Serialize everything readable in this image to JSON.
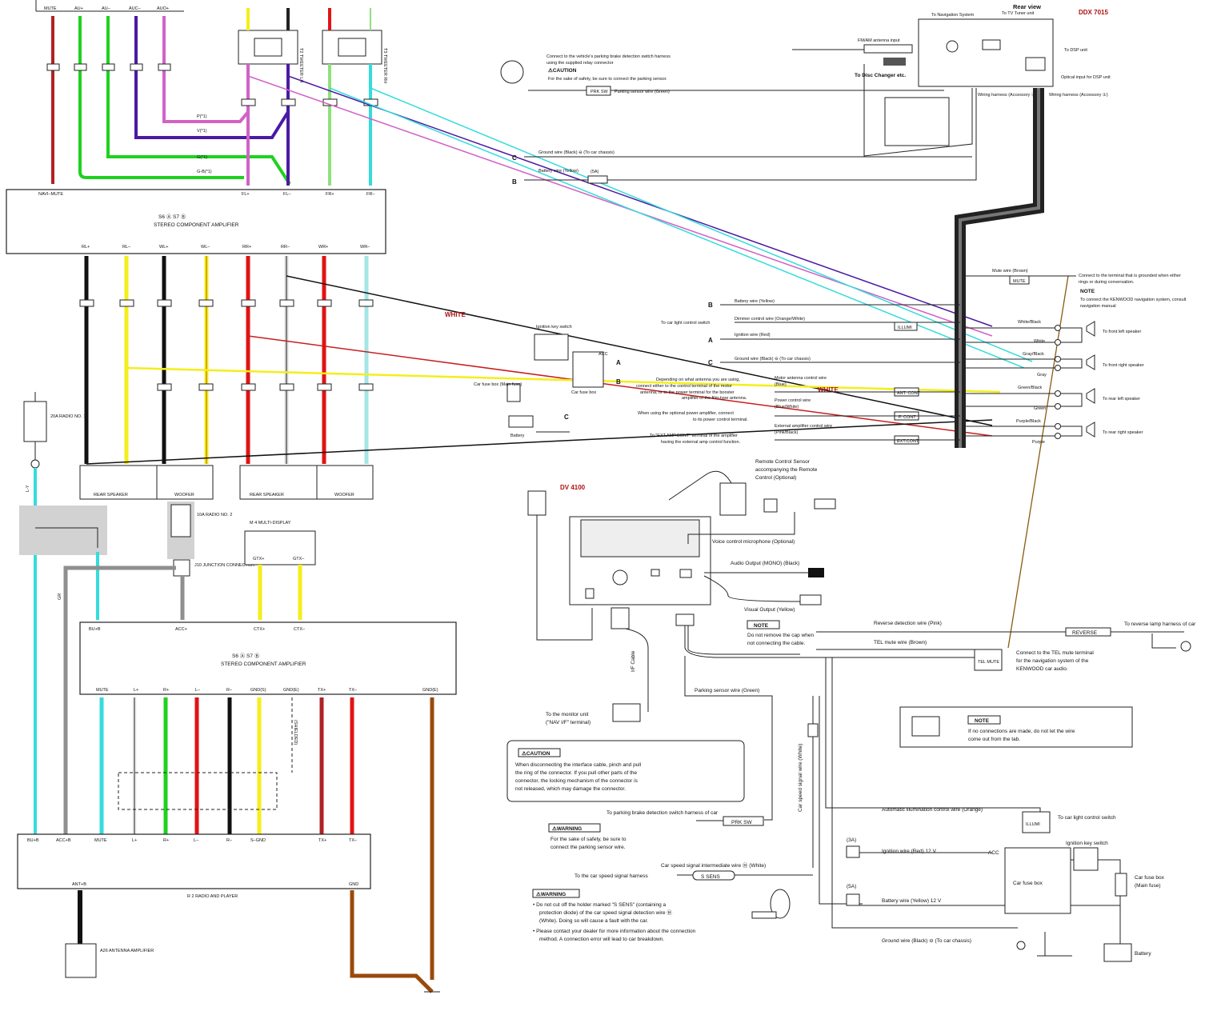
{
  "ddx": {
    "model": "DDX 7015",
    "rear_view": "Rear view",
    "to_nav_system": "To Navigation System",
    "to_tv_tuner": "To TV Tuner unit",
    "to_dsp": "To DSP unit",
    "optical_dsp": "Optical input for DSP unit",
    "fm_am": "FM/AM antenna input",
    "disc_changer": "To Disc Changer etc.",
    "harness_a": "Wiring harness (Accessory Ⓐ)",
    "harness_b": "Wiring harness (Accessory ①)",
    "parking_text1": "Connect to the vehicle's parking brake detection switch harness",
    "parking_text2": "using the supplied relay connector",
    "caution": "⚠CAUTION",
    "caution_text": "For the sake of safety, be sure to connect the parking sensor.",
    "prk_sw": "PRK SW",
    "parking_sensor_wire": "Parking sensor wire (Green)",
    "ground_wire": "Ground wire (Black) ⊖ (To car chassis)",
    "battery_wire": "Battery wire (Yellow)",
    "fuse5a": "(5A)",
    "mute_wire": "Mute wire (Brown)",
    "mute": "MUTE",
    "mute_note1": "Connect to the terminal that is grounded when either",
    "mute_note2": "rings or during conversation.",
    "note": "NOTE",
    "note_text1": "To connect the KENWOOD navigation system, consult",
    "note_text2": "navigation manual",
    "batt_yellow": "Battery wire (Yellow)",
    "dimmer": "Dimmer control wire (Orange/White)",
    "to_light_switch": "To car light control switch",
    "illumi": "ILLUMI",
    "ignition": "Ignition wire (Red)",
    "ground2": "Ground wire (Black) ⊖ (To car chassis)",
    "antenna_note1": "Depending on what antenna you are using,",
    "antenna_note2": "connect either to the control terminal of the motor",
    "antenna_note3": "antenna, or to the power terminal for the booster",
    "antenna_note4": "amplifier of the film-type antenna.",
    "motor_antenna": "Motor antenna control wire",
    "motor_antenna2": "(Blue)",
    "power_control": "Power control wire",
    "power_control2": "(Blue/White)",
    "ant_cont": "ANT. CONT",
    "p_cont": "P. CONT",
    "optional_amp1": "When using the optional power amplifier, connect",
    "optional_amp2": "to its power control terminal.",
    "ext_amp": "External amplifier control wire",
    "ext_amp2": "(Pink/Black)",
    "ext_cont": "EXT.CONT",
    "ext_note1": "To \"EXT.AMP.CONT\" terminal of the amplifier",
    "ext_note2": "having the external amp control function.",
    "white_black": "White/Black",
    "white": "White",
    "gray_black": "Gray/Black",
    "gray": "Gray",
    "green_black": "Green/Black",
    "green": "Green",
    "purple_black": "Purple/Black",
    "purple": "Purple",
    "front_left": "To front left speaker",
    "front_right": "To front right speaker",
    "rear_left": "To rear left speaker",
    "rear_right": "To rear right speaker",
    "ignition_key": "Ignition key switch",
    "acc": "ACC",
    "car_fuse_box": "Car fuse box",
    "car_fuse_main": "Car fuse box (Main fuse)",
    "battery": "Battery",
    "a": "A",
    "b": "B",
    "c": "C"
  },
  "overlay": {
    "white1": "WHITE",
    "white2": "WHITE"
  },
  "dv": {
    "model": "DV 4100",
    "remote1": "Remote Control Sensor",
    "remote2": "accompanying the Remote",
    "remote3": "Control (Optional)",
    "voice_mic": "Voice control microphone (Optional)",
    "audio_out": "Audio Output (MONO) (Black)",
    "visual_out": "Visual Output (Yellow)",
    "note": "NOTE",
    "note_text1": "Do not remove the cap when",
    "note_text2": "not connecting the cable.",
    "reverse": "Reverse detection wire (Pink)",
    "reverse_box": "REVERSE",
    "reverse_note": "To reverse lamp harness of car",
    "tel_mute": "TEL mute wire (Brown)",
    "tel_mute_box": "TEL MUTE",
    "tel_note1": "Connect to the TEL mute terminal",
    "tel_note2": "for the navigation system of the",
    "tel_note3": "KENWOOD car audio.",
    "note2_text1": "If no connections are made, do not let the wire",
    "note2_text2": "come out from the tab.",
    "parking": "Parking sensor wire (Green)",
    "if_cable": "I/F Cable",
    "to_monitor1": "To the monitor unit",
    "to_monitor2": "(\"NAV I/F\" terminal)",
    "caution": "⚠CAUTION",
    "caution1": "When disconnecting the interface cable, pinch and pull",
    "caution2": "the ring of the connector. If you pull other parts of the",
    "caution3": "connector, the locking mechanism of the connector is",
    "caution4": "not released, which may damage the connector.",
    "car_speed_white": "Car speed signal wire (White)",
    "auto_illum": "Automatic illumination control wire (Orange)",
    "illumi": "ILLUMI",
    "to_light": "To car light control switch",
    "to_parking": "To parking brake detection switch harness of car",
    "prk_sw": "PRK SW",
    "warning": "⚠WARNING",
    "warn1": "For the sake of safety, be sure to",
    "warn2": "connect the parking sensor wire.",
    "ign_3a": "(3A)",
    "ignition": "Ignition wire (Red) 12 V",
    "acc": "ACC",
    "ign_key": "Ignition key switch",
    "car_fuse_box": "Car fuse box",
    "car_fuse_main1": "Car fuse box",
    "car_fuse_main2": "(Main fuse)",
    "speed_int": "Car speed signal intermediate wire Ⓗ (White)",
    "to_speed": "To the car speed signal harness",
    "s_sens": "S SENS",
    "batt_5a": "(5A)",
    "battery_wire": "Battery wire (Yellow) 12 V",
    "ground": "Ground wire (Black) ⊖ (To car chassis)",
    "battery": "Battery",
    "warning2": "⚠WARNING",
    "w2_1": "• Do not cut off the holder marked \"S SENS\" (containing a",
    "w2_2": "protection diode) of the car speed signal detection wire Ⓗ",
    "w2_3": "(White). Doing so will cause a fault with the car.",
    "w2_4": "• Please contact your dealer for more information about the connection",
    "w2_5": "method. A connection error will lead to car breakdown."
  },
  "toyota": {
    "top_pins": [
      "MUTE",
      "AU+",
      "AU–",
      "AUC–",
      "AUO+"
    ],
    "tweeter_lh": "T2 TWEETER LH",
    "tweeter_rh": "T3 TWEETER RH",
    "amp_title": "STEREO COMPONENT AMPLIFIER",
    "amp_code": "S6 Ⓐ  S7 Ⓑ",
    "amp1_pins": [
      "NAVI–MUTE",
      "FL+",
      "FL–",
      "FR+",
      "FR–"
    ],
    "amp_out_pins": [
      "RL+",
      "RL–",
      "WL+",
      "WL–",
      "RR+",
      "RR–",
      "WR+",
      "WR–"
    ],
    "speakers": [
      "REAR SPEAKER",
      "WOOFER",
      "REAR SPEAKER",
      "WOOFER"
    ],
    "fuse1": "20A RADIO NO. 1",
    "fuse2": "10A RADIO NO. 2",
    "junction": "J10 JUNCTION CONNECTOR",
    "multi": "M 4 MULTI-DISPLAY",
    "multi_pins": [
      "GTX+",
      "GTX–"
    ],
    "amp2_top": [
      "BU+B",
      "ACC+",
      "CTX+",
      "CTX–"
    ],
    "amp2_bottom": [
      "MUTE",
      "L+",
      "R+",
      "L–",
      "R–",
      "GND(S)",
      "GND(E)",
      "TX+",
      "TX–",
      "GND(E)"
    ],
    "shielded": "(SHIELDED)",
    "radio_pins": [
      "BU+B",
      "ACC+B",
      "MUTE",
      "L+",
      "R+",
      "L–",
      "R–",
      "S–GND",
      "TX+",
      "TX–"
    ],
    "radio_bottom": [
      "ANT+B",
      "GND"
    ],
    "radio_title": "R 2 RADIO AND PLAYER",
    "antenna": "A26 ANTENNA AMPLIFIER",
    "wire_codes": {
      "g_b1": "G-B(*1)",
      "g1": "G(*1)",
      "v1": "V(*1)",
      "p1": "P(*1)",
      "gr": "GR",
      "ly": "L-Y"
    }
  },
  "colors": {
    "pink": "#d262c6",
    "violet": "#4b1aa3",
    "green": "#1fd11f",
    "lightgreen": "#8fe07d",
    "cyan": "#35dcdc",
    "red": "#e01414",
    "yellow": "#f4ee1c",
    "gray": "#8f8f8f",
    "brown": "#9a4a0c",
    "darkred": "#b02222"
  }
}
